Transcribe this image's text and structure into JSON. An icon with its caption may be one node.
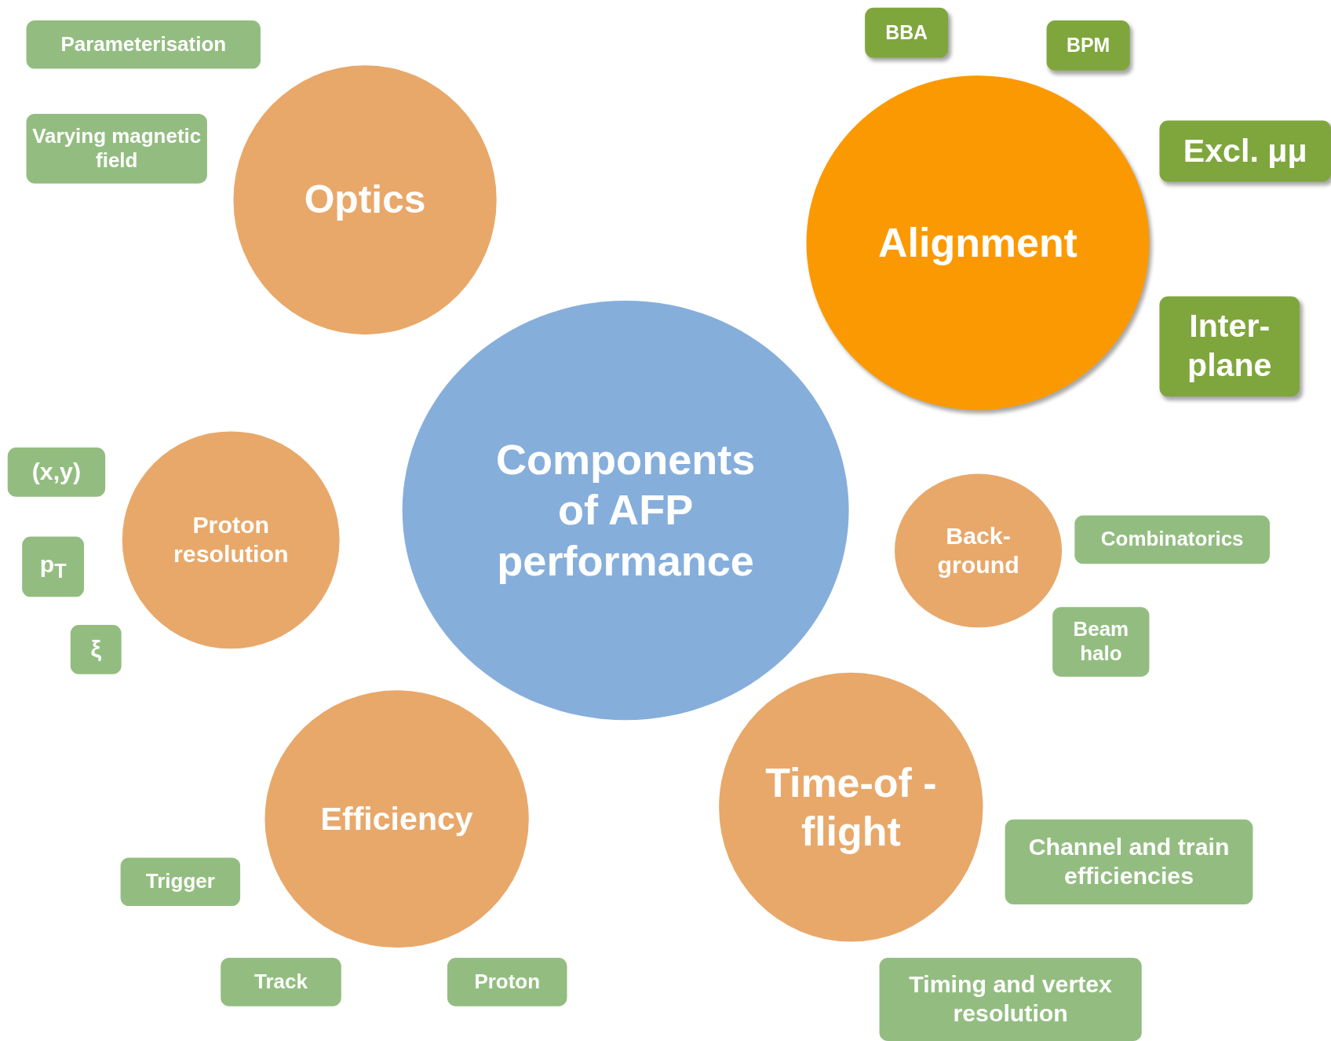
{
  "diagram": {
    "nodes": [
      {
        "text": [
          "Parameterisation"
        ]
      },
      {
        "text": [
          "Varying magnetic field"
        ]
      },
      {
        "text": [
          "Optics"
        ]
      },
      {
        "text": [
          "BBA"
        ]
      },
      {
        "text": [
          "BPM"
        ]
      },
      {
        "text": [
          "Alignment"
        ]
      },
      {
        "text": [
          "Excl. μμ"
        ]
      },
      {
        "text": [
          "Inter- plane"
        ]
      },
      {
        "text": [
          "Components of AFP performance"
        ]
      },
      {
        "text": [
          "(x,y)"
        ]
      },
      {
        "text": [
          "Proton resolution"
        ]
      },
      {
        "text": [
          "p$_{T}$"
        ]
      },
      {
        "text": [
          "Back- ground"
        ]
      },
      {
        "text": [
          "Combinatorics"
        ]
      },
      {
        "text": [
          "ξ"
        ]
      },
      {
        "text": [
          "Beam halo"
        ]
      },
      {
        "text": [
          "Time-of -flight"
        ]
      },
      {
        "text": [
          "Efficiency"
        ]
      },
      {
        "text": [
          "Channel and train efficiencies"
        ]
      },
      {
        "text": [
          "Trigger"
        ]
      },
      {
        "text": [
          "Track"
        ]
      },
      {
        "text": [
          "Proton"
        ]
      },
      {
        "text": [
          "Timing and vertex resolution"
        ]
      }
    ]
  }
}
